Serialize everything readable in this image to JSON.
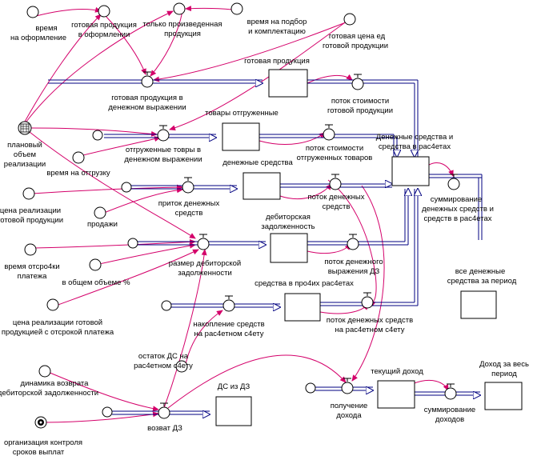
{
  "labels": {
    "vremya_oformlenie_1": "время",
    "vremya_oformlenie_2": "на оформление",
    "gotovaya_v_oformlenii_1": "готовая продукция",
    "gotovaya_v_oformlenii_2": "в оформлении",
    "tolko_proizv_1": "только произведенная",
    "tolko_proizv_2": "продукция",
    "vremya_podbor_1": "время на подбор",
    "vremya_podbor_2": "и комплектацию",
    "gotovaya_cena_1": "готовая цена ед",
    "gotovaya_cena_2": "готовой продукции",
    "gotovaya_produkciya": "готовая продукция",
    "gp_den_vyr_1": "готовая продукция в",
    "gp_den_vyr_2": "денежном выражении",
    "potok_stoim_gp_1": "поток стоимости",
    "potok_stoim_gp_2": "готовой продукции",
    "tovary_otgruzh": "товары отгруженные",
    "planovyi_1": "плановый",
    "planovyi_2": "объем",
    "planovyi_3": "реализации",
    "otgruzh_den_1": "отгруженные товры в",
    "otgruzh_den_2": "денежном выражении",
    "potok_stoim_otgr_1": "поток стоимости",
    "potok_stoim_otgr_2": "отгруженных товаров",
    "den_sredstva_1": "Денежные средства и",
    "den_sredstva_2": "средства в рас4етах",
    "vremya_otgruzku": "время на отгрузку",
    "denezhnye_sredstva": "денежные средства",
    "cena_realiz_1": "цена реализации",
    "cena_realiz_2": "готовой продукции",
    "pritok_1": "приток денежных",
    "pritok_2": "средств",
    "potok_den_sr_1": "поток денежных",
    "potok_den_sr_2": "средств",
    "summ_1": "суммирование",
    "summ_2": "денежных средств и",
    "summ_3": "средств в рас4етах",
    "prodazhi": "продажи",
    "debitorka_1": "дебиторская",
    "debitorka_2": "задолженность",
    "vse_den_1": "все денежные",
    "vse_den_2": "средства  за период",
    "vremya_otsr_1": "время отсро4ки",
    "vremya_otsr_2": "платежа",
    "razmer_dz_1": "размер дебиторской",
    "razmer_dz_2": "задолженности",
    "potok_dz_1": "поток денежного",
    "potok_dz_2": "выражения ДЗ",
    "v_obshem": "в общем объеме %",
    "sredstva_pro4": "средства в про4их рас4етах",
    "cena_otsr_1": "цена реализации готовой",
    "cena_otsr_2": "продукцией с отсрокой платежа",
    "nakoplenie_1": "накопление средств",
    "nakoplenie_2": "на рас4етном с4ету",
    "potok_rs_1": "поток денежных средств",
    "potok_rs_2": "на рас4етном с4ету",
    "ostatok_1": "остаток ДС на",
    "ostatok_2": "рас4етном с4ету",
    "dinamika_1": "динамика возврата",
    "dinamika_2": "дебиторской задолженности",
    "ds_iz_dz": "ДС из ДЗ",
    "tekushiy_dohod": "текущий доход",
    "dohod_za_ves_1": "Доход за весь",
    "dohod_za_ves_2": "период",
    "poluchenie_1": "получение",
    "poluchenie_2": "дохода",
    "summ_dohodov_1": "суммирование",
    "summ_dohodov_2": "доходов",
    "vozvrat_dz": "возват ДЗ",
    "organizaciya_1": "организация контроля",
    "organizaciya_2": "сроков выплат"
  },
  "colors": {
    "link": "#d4006a",
    "flow": "#000080",
    "ink": "#000000"
  }
}
